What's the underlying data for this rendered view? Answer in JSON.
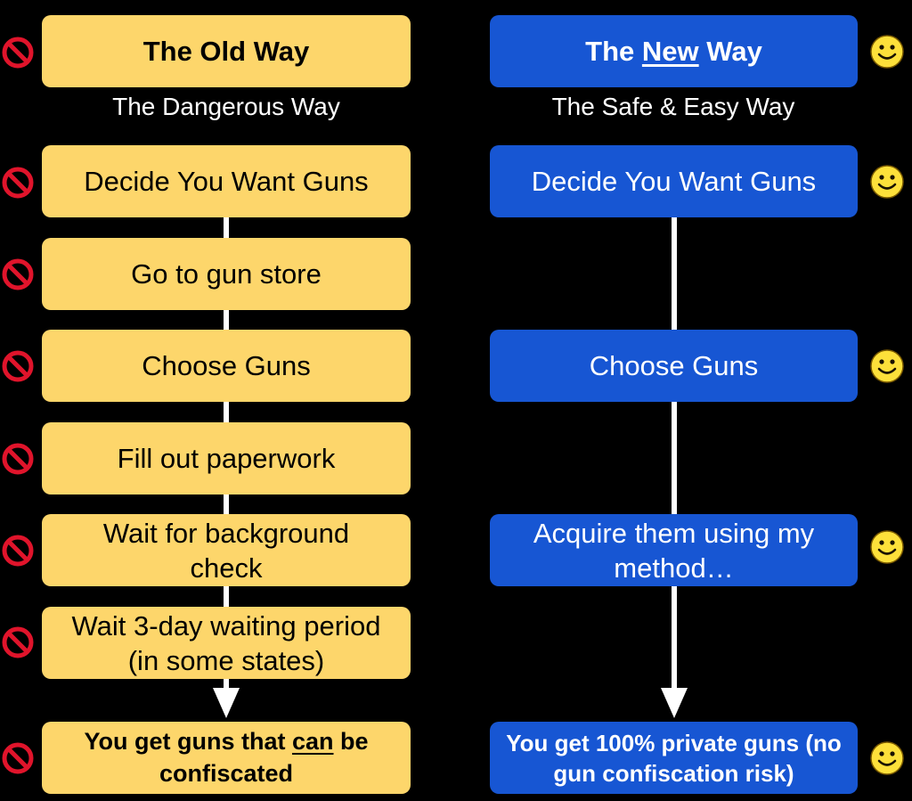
{
  "old": {
    "title": "The Old Way",
    "subtitle": "The Dangerous Way",
    "steps": [
      "Decide You Want Guns",
      "Go to gun store",
      "Choose Guns",
      "Fill out paperwork",
      "Wait for background check",
      "Wait 3-day waiting period (in some states)"
    ],
    "result_pre": "You get guns that ",
    "result_underline": "can",
    "result_post": " be confiscated"
  },
  "new": {
    "title_pre": "The ",
    "title_underline": "New",
    "title_post": " Way",
    "subtitle": "The Safe & Easy Way",
    "steps": [
      "Decide You Want Guns",
      "Choose Guns",
      "Acquire them using my method…"
    ],
    "result": "You get 100% private guns (no gun confiscation risk)"
  },
  "colors": {
    "old_box": "#fdd66b",
    "new_box": "#1756d3",
    "no_icon": "#e0142b",
    "smiley": "#fde03a"
  },
  "icons": {
    "old_side": "no-entry-icon",
    "new_side": "smiley-icon"
  }
}
